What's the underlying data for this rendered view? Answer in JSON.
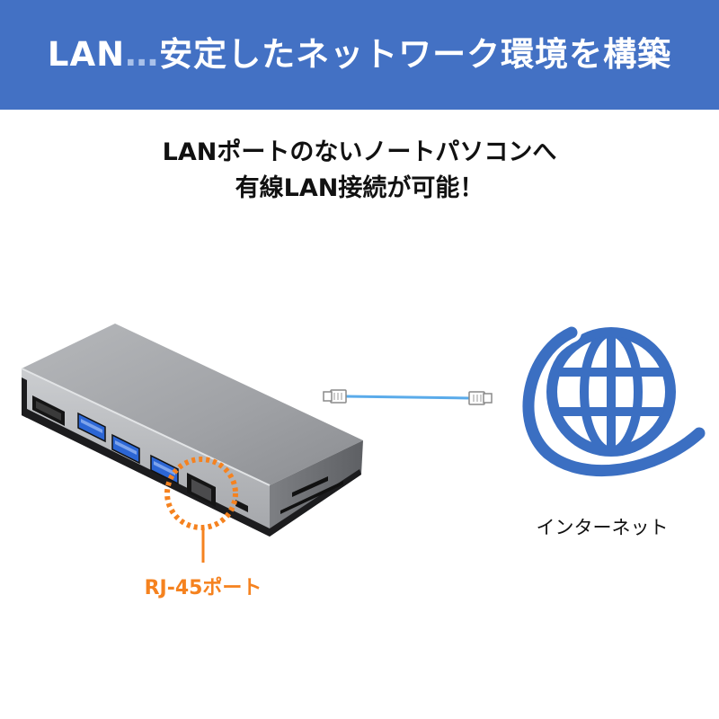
{
  "header": {
    "title_lead": "LAN",
    "title_dots": "…",
    "title_rest": "安定したネットワーク環境を構築"
  },
  "subtitle": {
    "line1": "LANポートのないノートパソコンへ",
    "line2": "有線LAN接続が可能！"
  },
  "callout": {
    "label": "RJ-45ポート"
  },
  "internet": {
    "label": "インターネット",
    "icon": "globe-icon"
  },
  "cable": {
    "icon": "lan-connector-icon"
  },
  "colors": {
    "header_bg": "#4371c4",
    "header_dots": "#a9c1ea",
    "accent_orange": "#f5821f",
    "globe_blue": "#3b6fc2",
    "cable_blue": "#5aabea",
    "usb_blue": "#2c66d4"
  }
}
